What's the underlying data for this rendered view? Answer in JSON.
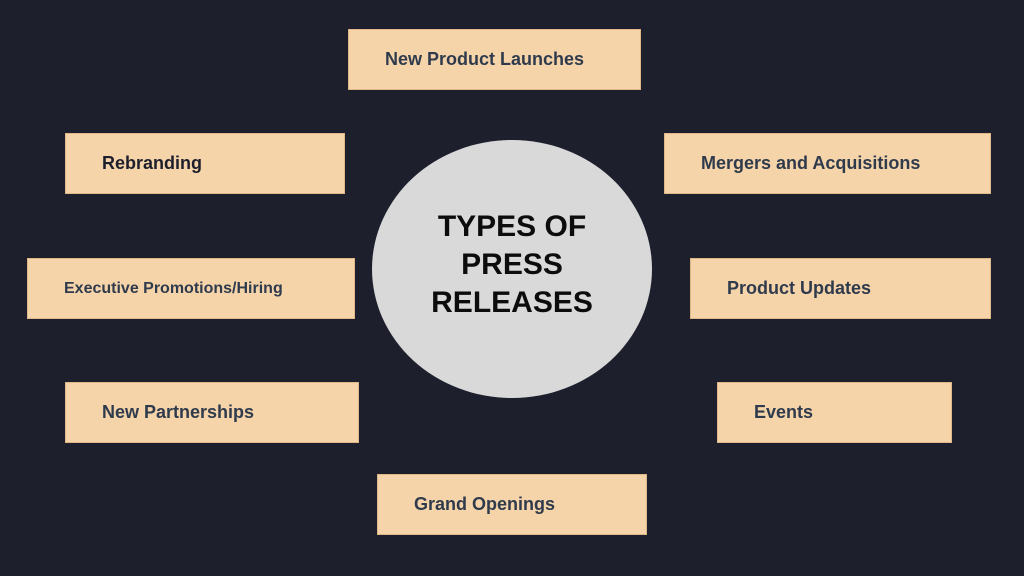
{
  "center": {
    "title": "TYPES OF PRESS RELEASES"
  },
  "types": [
    "New Product Launches",
    "Rebranding",
    "Mergers and Acquisitions",
    "Executive Promotions/Hiring",
    "Product Updates",
    "New Partnerships",
    "Events",
    "Grand Openings"
  ],
  "colors": {
    "background": "#1d1f2d",
    "box_fill": "#f6d4aa",
    "box_text": "#2f3b4c",
    "circle_fill": "#d9d9d9",
    "circle_text": "#0c0c0c"
  }
}
